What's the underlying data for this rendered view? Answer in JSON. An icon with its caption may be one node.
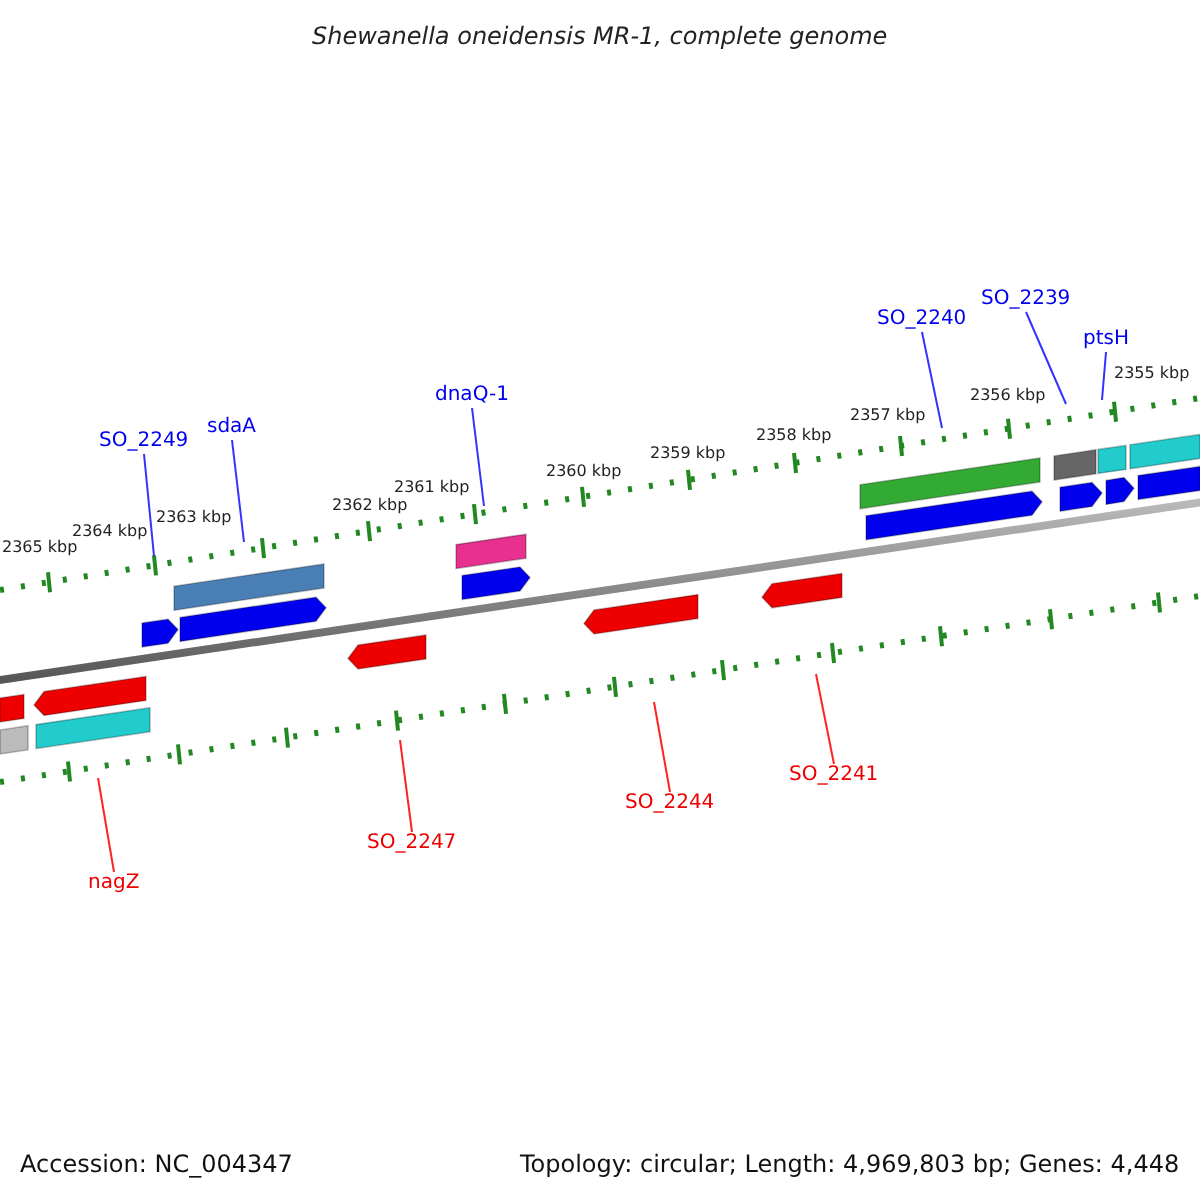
{
  "diagram": {
    "title": "Shewanella oneidensis MR-1, complete genome",
    "nodes": [
      {
        "text": [
          "SO_2249"
        ]
      },
      {
        "text": [
          "sdaA"
        ]
      },
      {
        "text": [
          "dnaQ-1"
        ]
      },
      {
        "text": [
          "SO_2240"
        ]
      },
      {
        "text": [
          "SO_2239"
        ]
      },
      {
        "text": [
          "ptsH"
        ]
      },
      {
        "text": [
          "nagZ"
        ]
      },
      {
        "text": [
          "SO_2247"
        ]
      },
      {
        "text": [
          "SO_2244"
        ]
      },
      {
        "text": [
          "SO_2241"
        ]
      }
    ],
    "edges": [
      {
        "from": 0,
        "to": null,
        "arrow": "none"
      },
      {
        "from": 1,
        "to": null,
        "arrow": "none"
      },
      {
        "from": 2,
        "to": null,
        "arrow": "none"
      },
      {
        "from": 3,
        "to": null,
        "arrow": "none"
      },
      {
        "from": 4,
        "to": null,
        "arrow": "none"
      },
      {
        "from": 5,
        "to": null,
        "arrow": "none"
      },
      {
        "from": 6,
        "to": null,
        "arrow": "none",
        "color": "#ff2222"
      },
      {
        "from": 7,
        "to": null,
        "arrow": "none",
        "color": "#ff2222"
      },
      {
        "from": 8,
        "to": null,
        "arrow": "none",
        "color": "#ff2222"
      },
      {
        "from": 9,
        "to": null,
        "arrow": "none",
        "color": "#ff2222"
      }
    ],
    "labels": [
      "2365 kbp",
      "2364 kbp",
      "2363 kbp",
      "2362 kbp",
      "2361 kbp",
      "2360 kbp",
      "2359 kbp",
      "2358 kbp",
      "2357 kbp",
      "2356 kbp",
      "2355 kbp",
      "Accession: NC_004347",
      "Topology: circular; Length: 4,969,803 bp; Genes: 4,448"
    ]
  }
}
